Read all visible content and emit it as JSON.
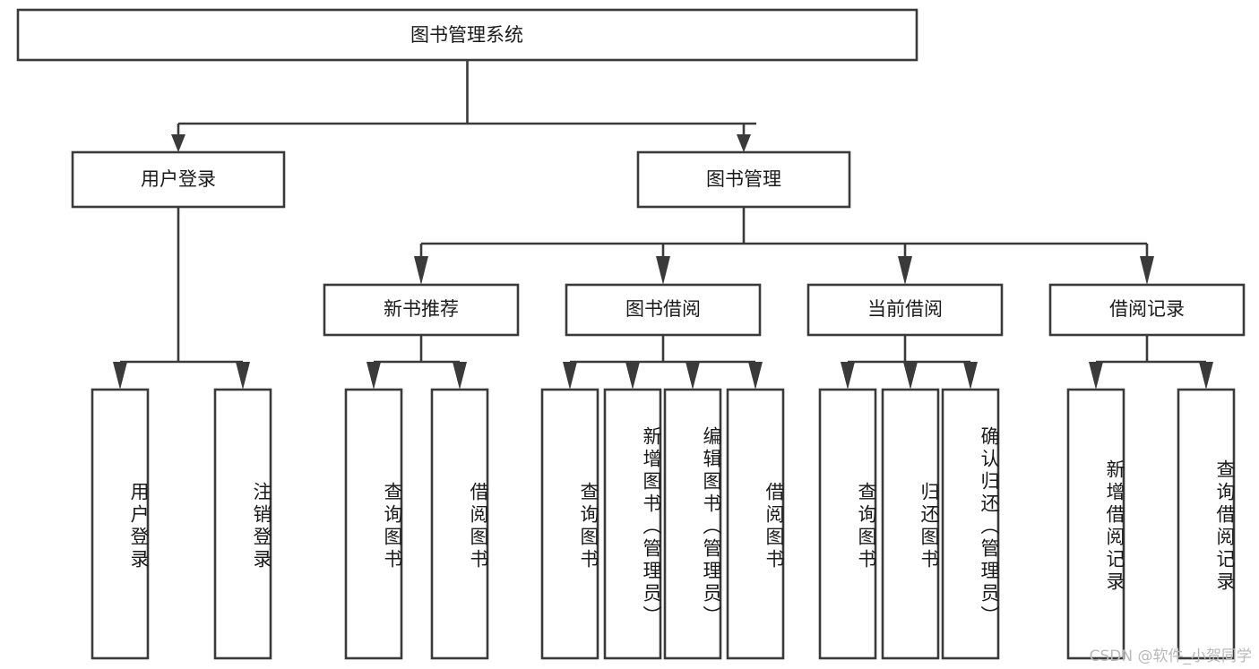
{
  "diagram": {
    "type": "tree",
    "title": "图书管理系统",
    "orientation": "top-down",
    "colors": {
      "box_border": "#3a3a3a",
      "box_fill": "#ffffff",
      "text": "#1a1a1a",
      "connector": "#3a3a3a",
      "background": "#ffffff",
      "watermark": "#b9b9b9"
    },
    "nodes": {
      "root": {
        "label": "图书管理系统"
      },
      "level2": [
        {
          "id": "user-login",
          "label": "用户登录"
        },
        {
          "id": "book-manage",
          "label": "图书管理"
        }
      ],
      "level3": [
        {
          "id": "new-book-recommend",
          "label": "新书推荐"
        },
        {
          "id": "book-borrow",
          "label": "图书借阅"
        },
        {
          "id": "current-borrow",
          "label": "当前借阅"
        },
        {
          "id": "borrow-record",
          "label": "借阅记录"
        }
      ],
      "leaves": {
        "user-login": [
          {
            "id": "leaf-user-login",
            "label": "用户登录"
          },
          {
            "id": "leaf-logout",
            "label": "注销登录"
          }
        ],
        "new-book-recommend": [
          {
            "id": "leaf-query-book-1",
            "label": "查询图书"
          },
          {
            "id": "leaf-borrow-book-1",
            "label": "借阅图书"
          }
        ],
        "book-borrow": [
          {
            "id": "leaf-query-book-2",
            "label": "查询图书"
          },
          {
            "id": "leaf-add-book",
            "label": "新增图书（管理员）"
          },
          {
            "id": "leaf-edit-book",
            "label": "编辑图书（管理员）"
          },
          {
            "id": "leaf-borrow-book-2",
            "label": "借阅图书"
          }
        ],
        "current-borrow": [
          {
            "id": "leaf-query-book-3",
            "label": "查询图书"
          },
          {
            "id": "leaf-return-book",
            "label": "归还图书"
          },
          {
            "id": "leaf-confirm-return",
            "label": "确认归还（管理员）"
          }
        ],
        "borrow-record": [
          {
            "id": "leaf-add-record",
            "label": "新增借阅记录"
          },
          {
            "id": "leaf-query-record",
            "label": "查询借阅记录"
          }
        ]
      }
    },
    "watermark": "CSDN @软件_小贺同学"
  }
}
